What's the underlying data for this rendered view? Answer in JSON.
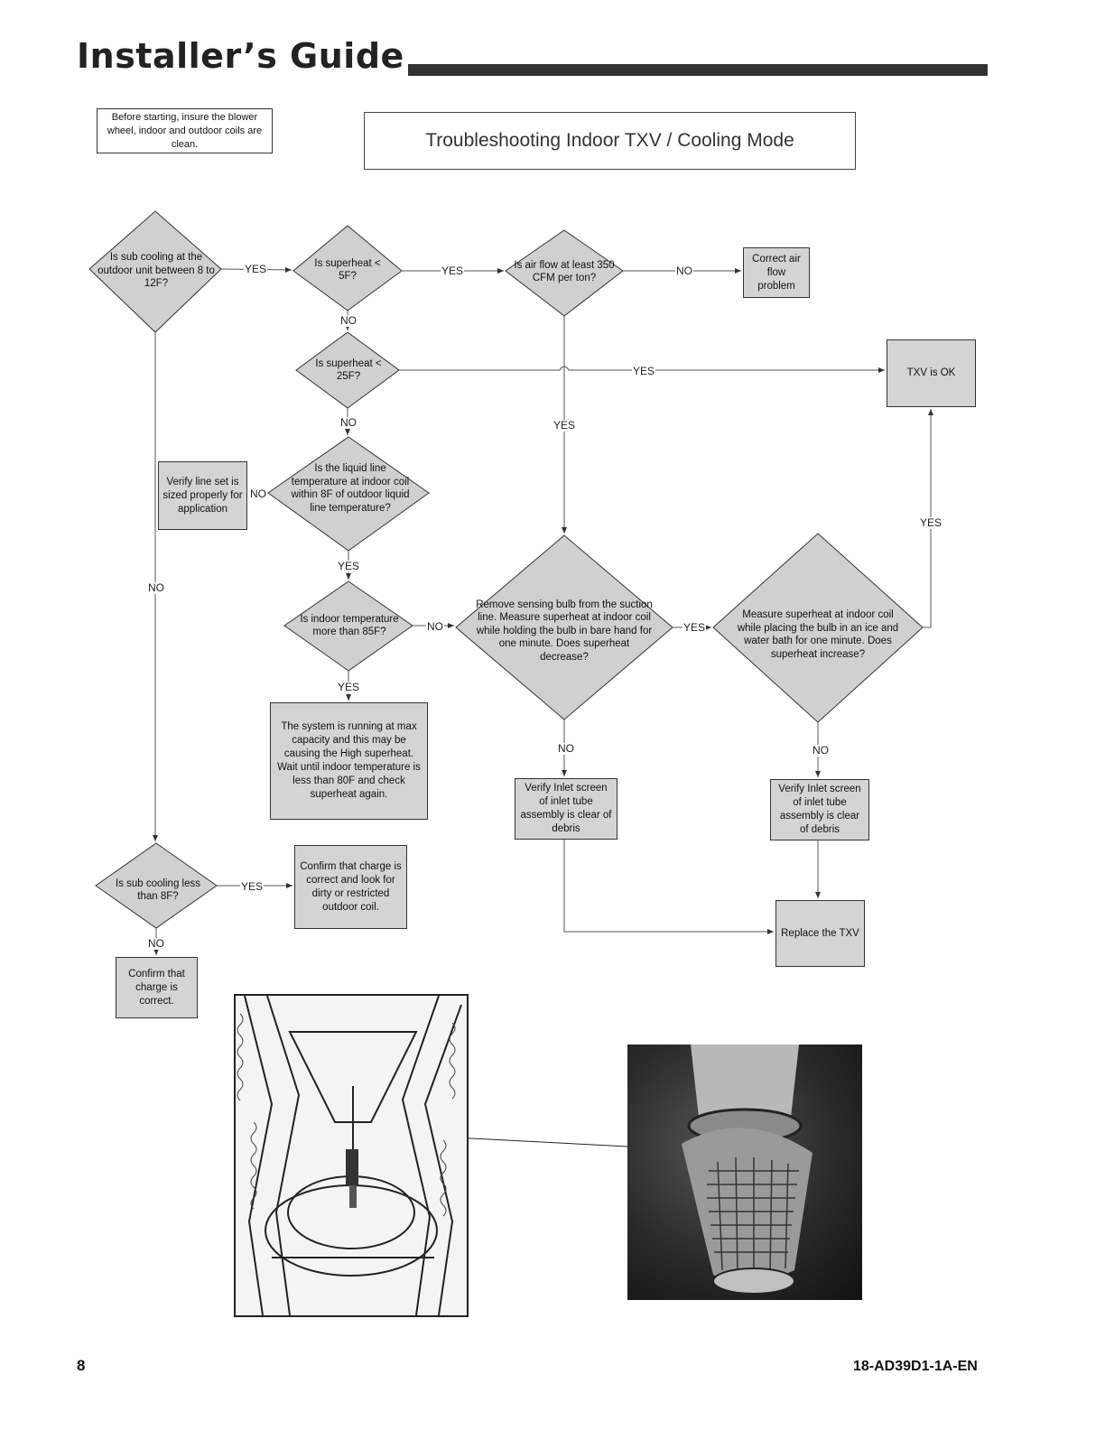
{
  "header": {
    "title": "Installer’s Guide"
  },
  "note": "Before starting, insure the blower wheel, indoor and outdoor coils are clean.",
  "chart_title": "Troubleshooting Indoor TXV / Cooling Mode",
  "nodes": {
    "d1": "Is sub cooling at the outdoor unit between 8 to 12F?",
    "d2": "Is superheat < 5F?",
    "d3": "Is air flow at least 350 CFM per ton?",
    "b_airflow": "Correct air flow problem",
    "d4": "Is superheat < 25F?",
    "b_txv_ok": "TXV is OK",
    "d5": "Is the liquid line temperature at indoor coil within 8F of outdoor liquid line temperature?",
    "b_lineset": "Verify line set is sized properly for application",
    "d6": "Is indoor temperature more than 85F?",
    "d7": "Remove sensing bulb from the suction line. Measure superheat at indoor coil while holding the bulb in bare hand for one minute. Does superheat decrease?",
    "d8": "Measure superheat at indoor coil while placing the bulb in an ice and water bath for one minute. Does superheat increase?",
    "b_maxcap": "The system is running at max capacity and this may be causing the High superheat. Wait until indoor temperature is less than 80F and check superheat again.",
    "b_screen1": "Verify Inlet screen of inlet tube assembly is clear of debris",
    "b_screen2": "Verify Inlet screen of inlet tube assembly is clear of debris",
    "d9": "Is sub cooling less than 8F?",
    "b_charge_dirty": "Confirm that charge is correct and look for dirty or restricted outdoor coil.",
    "b_replace": "Replace the TXV",
    "b_charge_ok": "Confirm that charge is correct."
  },
  "edges": {
    "yes": "YES",
    "no": "NO"
  },
  "footer": {
    "page": "8",
    "code": "18-AD39D1-1A-EN"
  }
}
